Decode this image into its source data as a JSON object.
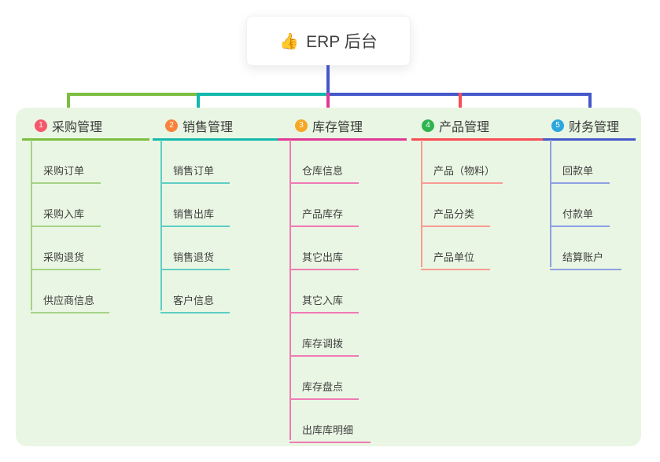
{
  "root": {
    "icon": "👍",
    "label": "ERP 后台"
  },
  "branches": [
    {
      "number": "1",
      "label": "采购管理",
      "badge_color": "#f6586b",
      "line_color": "#7cbe3f",
      "sub_line_color": "#a6d386",
      "items": [
        "采购订单",
        "采购入库",
        "采购退货",
        "供应商信息"
      ]
    },
    {
      "number": "2",
      "label": "销售管理",
      "badge_color": "#f8833d",
      "line_color": "#13b9ab",
      "sub_line_color": "#5ecec4",
      "items": [
        "销售订单",
        "销售出库",
        "销售退货",
        "客户信息"
      ]
    },
    {
      "number": "3",
      "label": "库存管理",
      "badge_color": "#f6a723",
      "line_color": "#e03a95",
      "sub_line_color": "#f07ab4",
      "items": [
        "仓库信息",
        "产品库存",
        "其它出库",
        "其它入库",
        "库存调拨",
        "库存盘点",
        "出库库明细"
      ]
    },
    {
      "number": "4",
      "label": "产品管理",
      "badge_color": "#2fb44f",
      "line_color": "#fa4d55",
      "sub_line_color": "#f89b93",
      "items": [
        "产品（物料）",
        "产品分类",
        "产品单位"
      ]
    },
    {
      "number": "5",
      "label": "财务管理",
      "badge_color": "#2ba6df",
      "line_color": "#4558c9",
      "sub_line_color": "#8fa0e2",
      "items": [
        "回款单",
        "付款单",
        "结算账户"
      ]
    }
  ],
  "colors": {
    "page_background": "#ffffff",
    "panel_background": "#e9f6e3",
    "root_connector": "#4558c9"
  }
}
